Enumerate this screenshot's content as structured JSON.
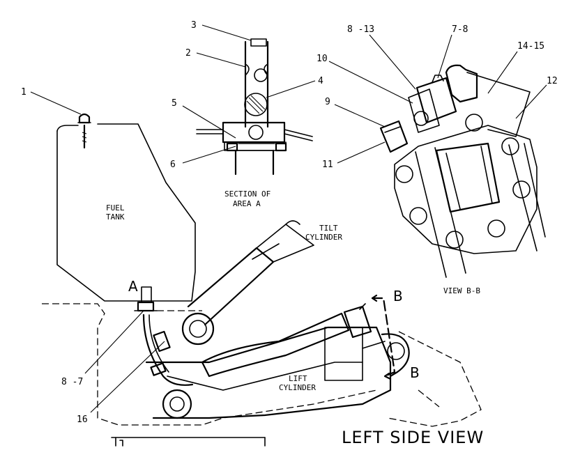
{
  "callouts": {
    "c1": "1",
    "c2": "2",
    "c3": "3",
    "c4": "4",
    "c5": "5",
    "c6": "6",
    "c7_8": "7-8",
    "c8_13": "8 -13",
    "c10": "10",
    "c9": "9",
    "c11": "11",
    "c14_15": "14-15",
    "c12": "12",
    "c8_7": "8 -7",
    "c16": "16"
  },
  "labels": {
    "fuel_tank_1": "FUEL",
    "fuel_tank_2": "TANK",
    "section_1": "SECTION OF",
    "section_2": "AREA A",
    "tilt_1": "TILT",
    "tilt_2": "CYLINDER",
    "lift_1": "LIFT",
    "lift_2": "CYLINDER",
    "view_bb": "VIEW B-B",
    "area_a": "A",
    "section_b_top": "B",
    "section_b_bottom": "B",
    "left_side_view": "LEFT SIDE VIEW"
  }
}
